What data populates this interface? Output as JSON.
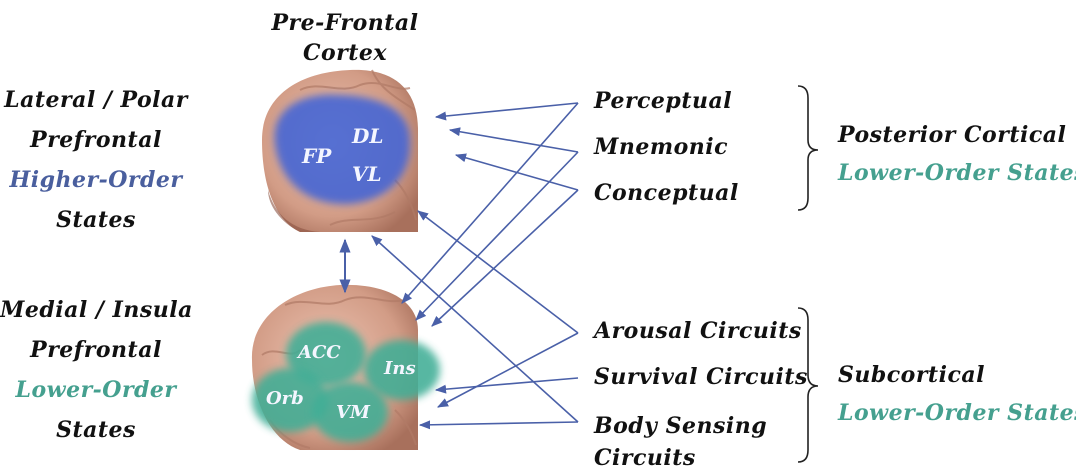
{
  "title": {
    "line1": "Pre-Frontal",
    "line2": "Cortex"
  },
  "left_top": {
    "line1": "Lateral / Polar",
    "line2": "Prefrontal",
    "line3": "Higher-Order",
    "line4": "States"
  },
  "left_bottom": {
    "line1": "Medial / Insula",
    "line2": "Prefrontal",
    "line3": "Lower-Order",
    "line4": "States"
  },
  "upper_brain_regions": {
    "fp": "FP",
    "dl": "DL",
    "vl": "VL"
  },
  "lower_brain_regions": {
    "acc": "ACC",
    "ins": "Ins",
    "orb": "Orb",
    "vm": "VM"
  },
  "posterior_inputs": [
    "Perceptual",
    "Mnemonic",
    "Conceptual"
  ],
  "subcortical_inputs": {
    "arousal": "Arousal Circuits",
    "survival": "Survival Circuits",
    "body_line1": "Body Sensing",
    "body_line2": "Circuits"
  },
  "right_top": {
    "line1": "Posterior Cortical",
    "line2": "Lower-Order States"
  },
  "right_bottom": {
    "line1": "Subcortical",
    "line2": "Lower-Order States"
  },
  "colors": {
    "arrow": "#4a60a8",
    "higher_order": "#4a5f9e",
    "lower_order": "#45a08f",
    "upper_overlay": "#3d62d8",
    "lower_overlay": "#3fae96",
    "brain": "#d8a795"
  }
}
